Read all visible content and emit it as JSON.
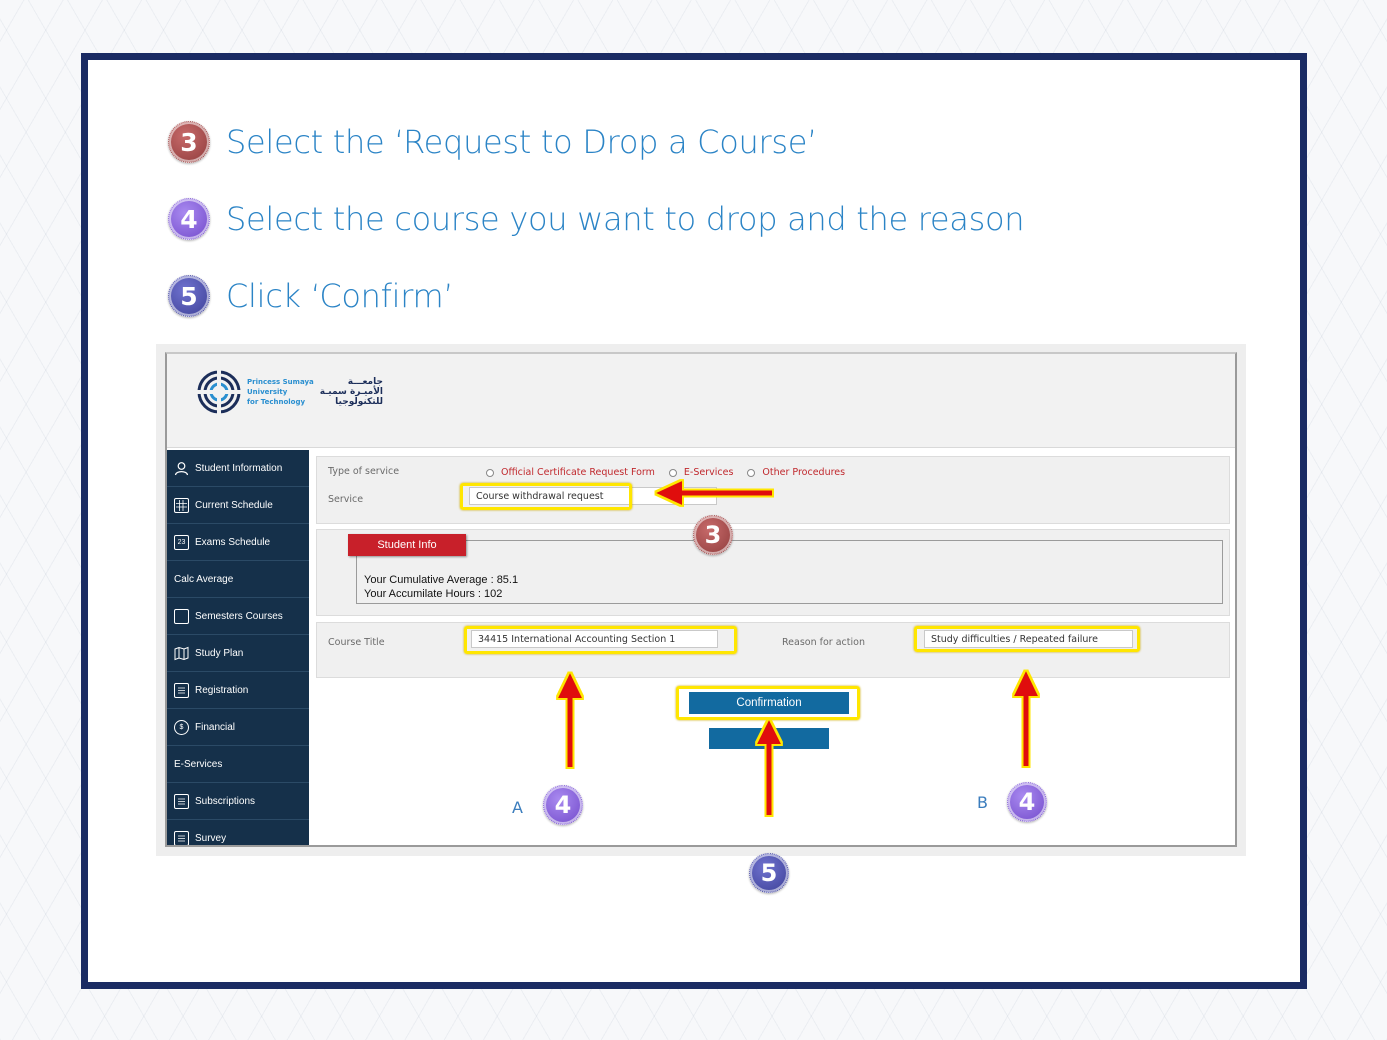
{
  "steps": [
    {
      "number": "3",
      "text": "Select the ‘Request to Drop a Course’"
    },
    {
      "number": "4",
      "text": "Select the course you want to drop and the reason"
    },
    {
      "number": "5",
      "text": "Click ‘Confirm’"
    }
  ],
  "logo": {
    "en_line1": "Princess Sumaya",
    "en_line2": "University",
    "en_line3": "for Technology",
    "ar_line1": "جامعـــة",
    "ar_line2": "الأميـرة سميـة",
    "ar_line3": "للتكنولوجيا"
  },
  "sidebar": {
    "items": [
      {
        "label": "Student Information",
        "icon": "user-icon"
      },
      {
        "label": "Current Schedule",
        "icon": "calendar-grid-icon"
      },
      {
        "label": "Exams Schedule",
        "icon": "calendar-23-icon",
        "icon_text": "23"
      },
      {
        "label": "Calc Average",
        "icon": ""
      },
      {
        "label": "Semesters Courses",
        "icon": "copy-icon"
      },
      {
        "label": "Study Plan",
        "icon": "map-icon"
      },
      {
        "label": "Registration",
        "icon": "document-icon"
      },
      {
        "label": "Financial",
        "icon": "dollar-icon",
        "icon_text": "$"
      },
      {
        "label": "E-Services",
        "icon": ""
      },
      {
        "label": "Subscriptions",
        "icon": "clipboard-icon"
      },
      {
        "label": "Survey",
        "icon": "clipboard-icon"
      }
    ]
  },
  "form": {
    "type_of_service_label": "Type of service",
    "service_options": [
      "Official Certificate Request Form",
      "E-Services",
      "Other Procedures"
    ],
    "service_label": "Service",
    "service_value": "Course withdrawal request",
    "student_info": {
      "tag": "Student Info",
      "cumulative_average": "Your Cumulative Average : 85.1",
      "accumulate_hours": "Your Accumilate Hours : 102"
    },
    "course_title_label": "Course Title",
    "course_title_value": "34415 International Accounting Section 1",
    "reason_label": "Reason for action",
    "reason_value": "Study difficulties / Repeated failure",
    "confirm_button": "Confirmation",
    "second_button": ""
  },
  "annotations": {
    "badge3": "3",
    "badge4": "4",
    "badge5": "5",
    "letter_a": "A",
    "letter_b": "B"
  },
  "colors": {
    "frame_border": "#1a2b63",
    "step_text": "#2b84c6",
    "sidebar_bg": "#15304a",
    "accent_red": "#c8202a",
    "button_blue": "#126aa0",
    "highlight_yellow": "#ffe600",
    "arrow_red": "#e01010"
  }
}
